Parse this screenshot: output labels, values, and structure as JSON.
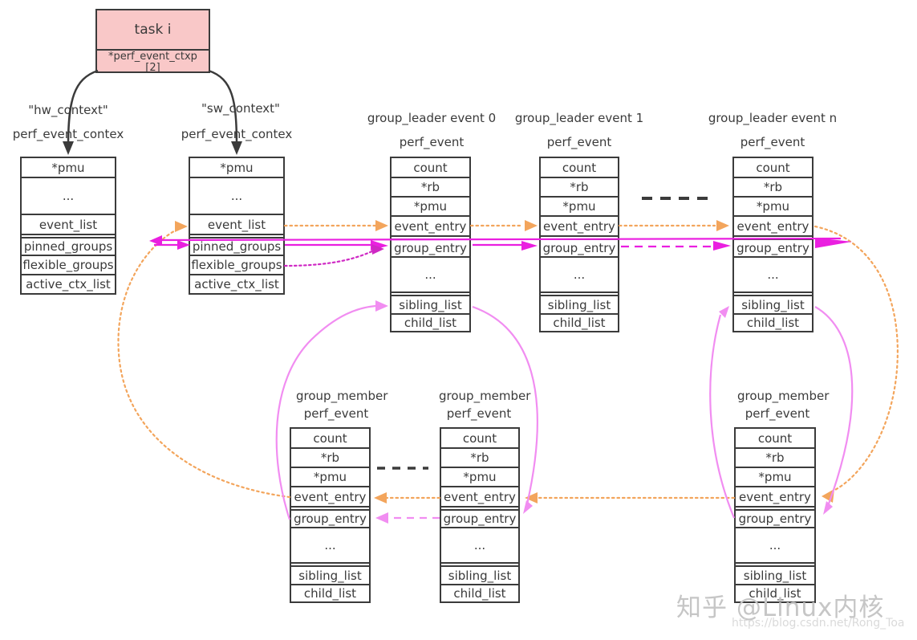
{
  "task_box": {
    "title": "task i",
    "pointer_field": "*perf_event_ctxp[2]"
  },
  "context_labels": {
    "hw_quote": "\"hw_context\"",
    "sw_quote": "\"sw_context\"",
    "hw_type": "perf_event_contex",
    "sw_type": "perf_event_contex"
  },
  "context_rows": [
    "*pmu",
    "...",
    "event_list",
    "pinned_groups",
    "flexible_groups",
    "active_ctx_list"
  ],
  "event_rows": [
    "count",
    "*rb",
    "*pmu",
    "event_entry",
    "group_entry",
    "...",
    "sibling_list",
    "child_list"
  ],
  "leader_titles": [
    "group_leader event 0",
    "group_leader event 1",
    "group_leader event n"
  ],
  "member_title": "group_member",
  "struct_type": "perf_event",
  "colors": {
    "box_fill": "#f9c8c8",
    "line_dark": "#3b3b3b",
    "orange_dotted": "#f3a55c",
    "magenta_solid": "#ea1fe0",
    "violet_dotted": "#cf28c4",
    "pink_curve": "#f18df1"
  },
  "watermark": {
    "brand": "知乎 @Linux内核",
    "url": "https://blog.csdn.net/Rong_Toa"
  }
}
